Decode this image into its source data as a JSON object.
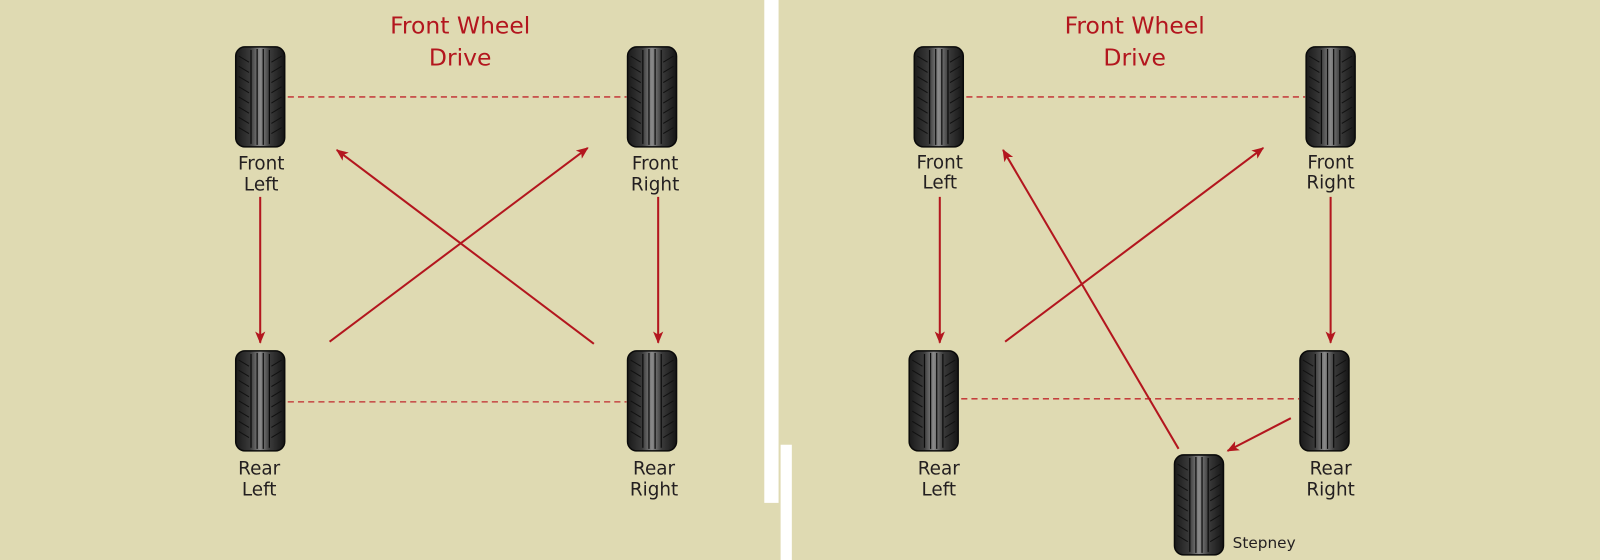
{
  "colors": {
    "background": "#dfdab2",
    "accent": "#b3161e",
    "text": "#231f20",
    "divider": "#ffffff"
  },
  "left_panel": {
    "title_line1": "Front Wheel",
    "title_line2": "Drive",
    "tires": {
      "front_left": [
        "Front",
        "Left"
      ],
      "front_right": [
        "Front",
        "Right"
      ],
      "rear_left": [
        "Rear",
        "Left"
      ],
      "rear_right": [
        "Rear",
        "Right"
      ]
    }
  },
  "right_panel": {
    "title_line1": "Front Wheel",
    "title_line2": "Drive",
    "tires": {
      "front_left": [
        "Front",
        "Left"
      ],
      "front_right": [
        "Front",
        "Right"
      ],
      "rear_left": [
        "Rear",
        "Left"
      ],
      "rear_right": [
        "Rear",
        "Right"
      ],
      "spare": "Stepney"
    }
  }
}
